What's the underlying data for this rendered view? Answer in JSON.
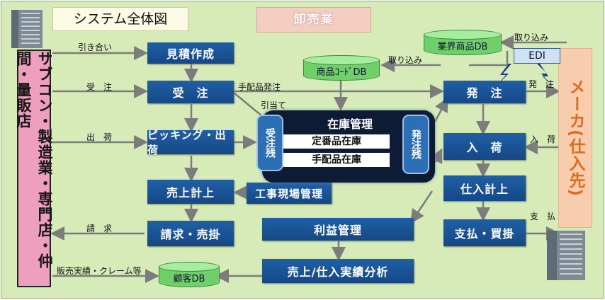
{
  "title": "システム全体図",
  "center_title": "卸売業",
  "left_party": "サブコン・製造業・専門店・仲間・量販店",
  "right_party": "メーカ(仕入先)",
  "processes": {
    "estimate": "見積作成",
    "order_in": "受　注",
    "picking": "ピッキング・出荷",
    "sales": "売上計上",
    "billing": "請求・売掛",
    "site_mgmt": "工事現場管理",
    "profit": "利益管理",
    "analysis": "売上/仕入実績分析",
    "order_out": "発　注",
    "receiving": "入　荷",
    "purchase": "仕入計上",
    "payment": "支払・買掛"
  },
  "databases": {
    "product_db": "商品ｺｰﾄﾞDB",
    "industry_db": "業界商品DB",
    "customer_db": "顧客DB"
  },
  "inventory": {
    "title": "在庫管理",
    "rows": [
      "定番品在庫",
      "手配品在庫"
    ],
    "left_tab": "受注残",
    "right_tab": "発注残"
  },
  "edi": "EDI",
  "flow_labels": {
    "inquiry": "引き合い",
    "order_received": "受　注",
    "shipping": "出　荷",
    "invoice": "請　求",
    "sales_claims": "販売実績・クレーム等",
    "arranged_order": "手配品発注",
    "allocation": "引当て",
    "import1": "取り込み",
    "import2": "取り込み",
    "order_placed": "発　注",
    "arrival": "入　荷",
    "pay": "支　払"
  }
}
